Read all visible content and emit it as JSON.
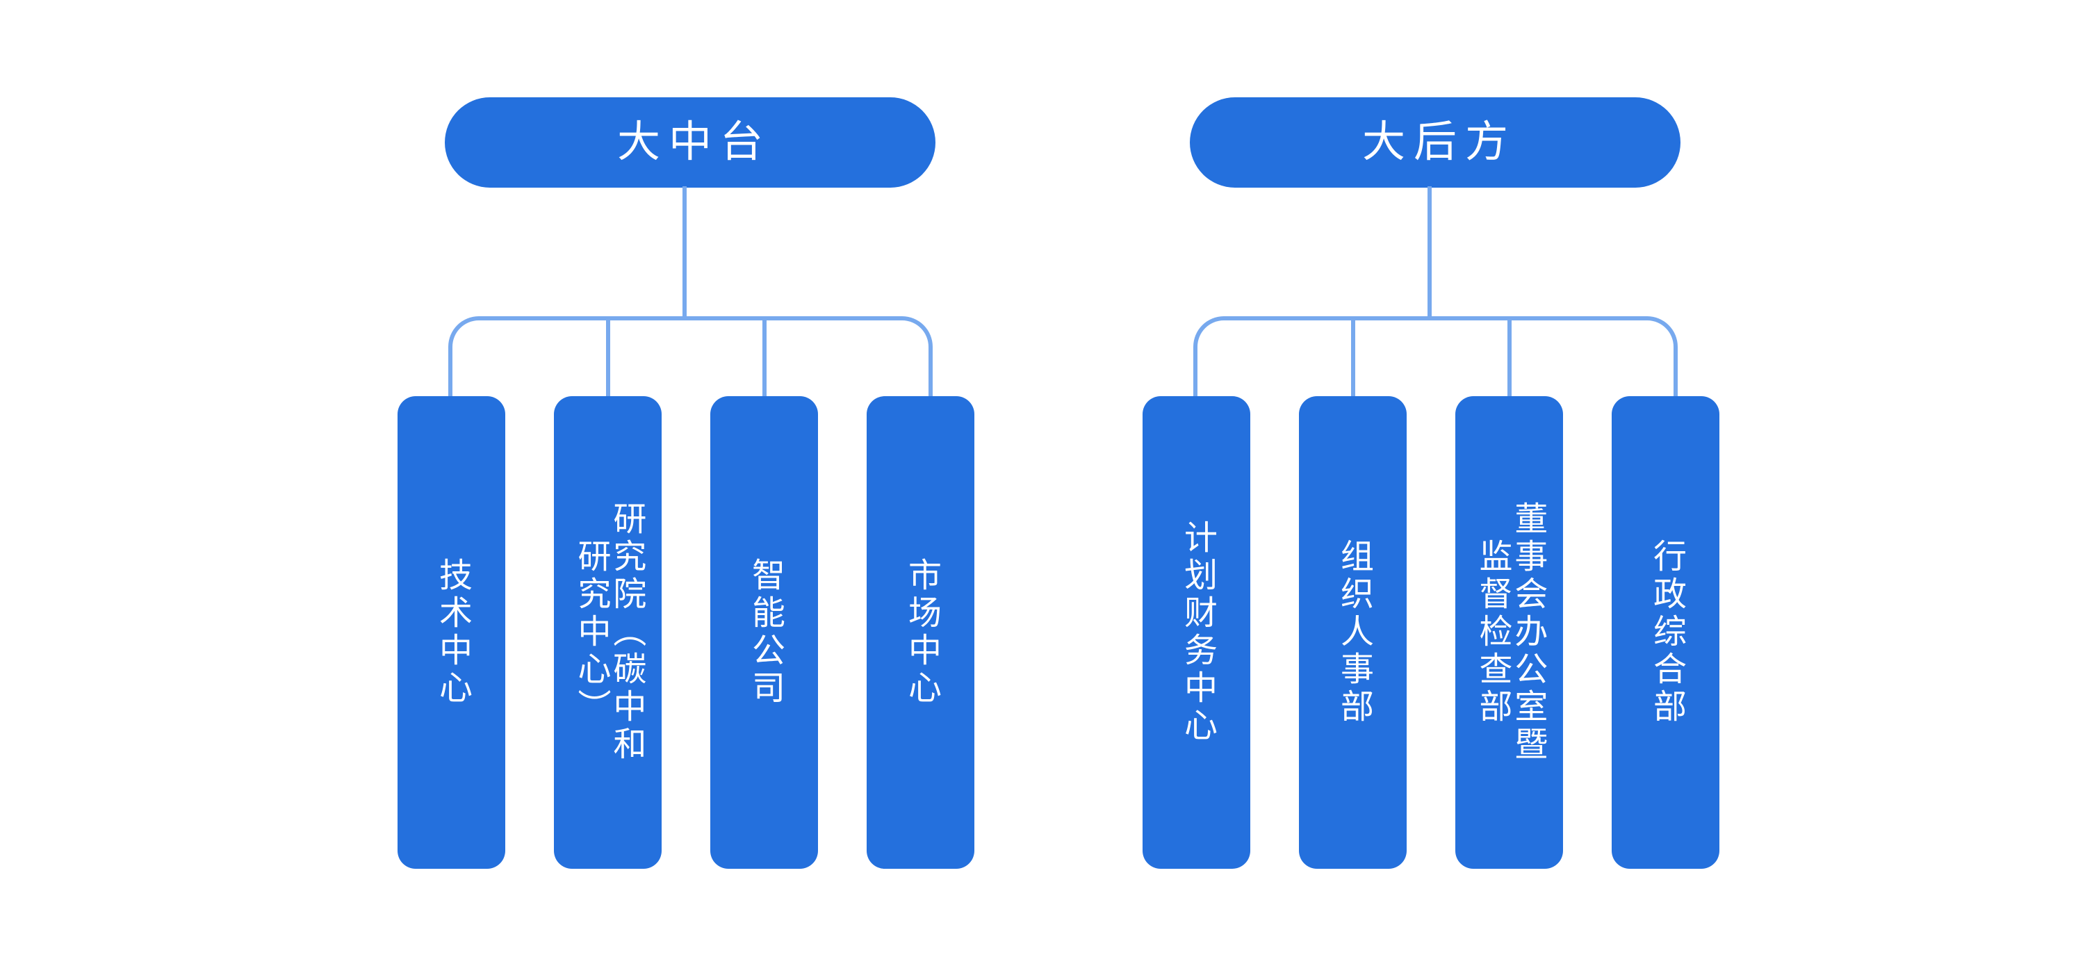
{
  "diagram": {
    "type": "org-chart",
    "title_visible": false,
    "colors": {
      "node_fill": "#2470dd",
      "connector": "#77a9ee",
      "node_text": "#ffffff",
      "background": "#ffffff"
    },
    "groups": [
      {
        "id": "zhongtai",
        "header": "大中台",
        "children": [
          {
            "id": "jishu-zhongxin",
            "label": "技术中心",
            "columns": [
              "技术中心"
            ]
          },
          {
            "id": "yanjiuyuan",
            "label": "研究院（碳中和研究中心）",
            "columns": [
              "研究院",
              "（碳中和研究中心）"
            ]
          },
          {
            "id": "zhineng-gongsi",
            "label": "智能公司",
            "columns": [
              "智能公司"
            ]
          },
          {
            "id": "shichang-zhongxin",
            "label": "市场中心",
            "columns": [
              "市场中心"
            ]
          }
        ]
      },
      {
        "id": "houfang",
        "header": "大后方",
        "children": [
          {
            "id": "jihua-caiwu",
            "label": "计划财务中心",
            "columns": [
              "计划财务中心"
            ]
          },
          {
            "id": "zuzhi-renshi",
            "label": "组织人事部",
            "columns": [
              "组织人事部"
            ]
          },
          {
            "id": "dongshihui-bangongshi",
            "label": "董事会办公室暨监督检查部",
            "columns": [
              "董事会办公室",
              "暨监督检查部"
            ]
          },
          {
            "id": "xingzheng-zonghe",
            "label": "行政综合部",
            "columns": [
              "行政综合部"
            ]
          }
        ]
      }
    ]
  }
}
